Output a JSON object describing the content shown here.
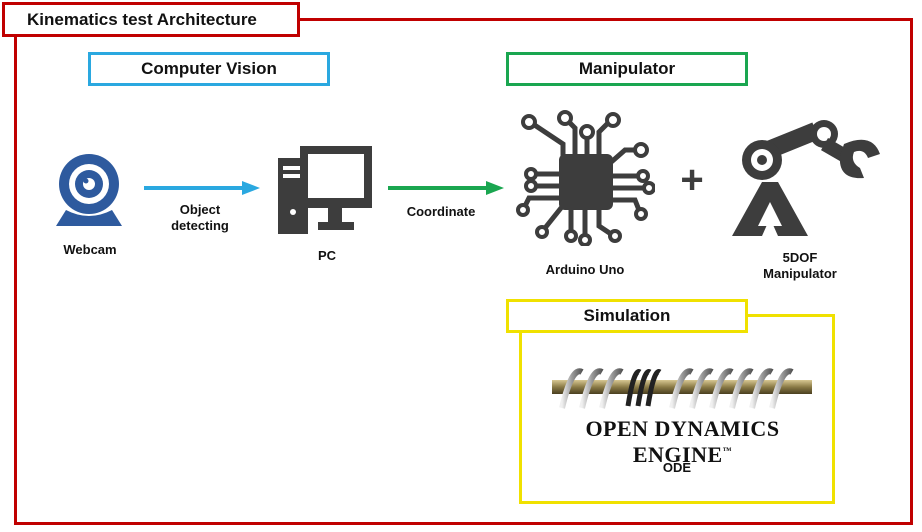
{
  "title": "Kinematics test Architecture",
  "sections": {
    "computer_vision": "Computer Vision",
    "manipulator": "Manipulator",
    "simulation": "Simulation"
  },
  "nodes": {
    "webcam": "Webcam",
    "pc": "PC",
    "arduino": "Arduino Uno",
    "manipulator_line1": "5DOF",
    "manipulator_line2": "Manipulator",
    "ode": "ODE"
  },
  "edges": {
    "object_detecting_line1": "Object",
    "object_detecting_line2": "detecting",
    "coordinate": "Coordinate"
  },
  "plus_sign": "+",
  "ode_logo": "OPEN DYNAMICS ENGINE",
  "ode_logo_tm": "™",
  "colors": {
    "frame": "#c00000",
    "computer_vision": "#2aa8e0",
    "manipulator": "#1aa650",
    "simulation": "#f0e100",
    "icon": "#3d3d3d",
    "webcam": "#2e5a9e"
  }
}
